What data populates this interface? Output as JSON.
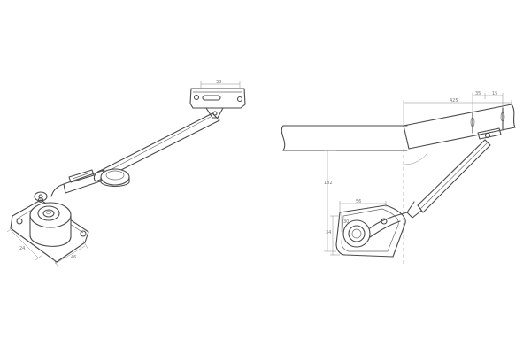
{
  "dimensions": {
    "bracket_top_width": "38",
    "plate_side": "24",
    "plate_bottom": "46",
    "panel_overall": "425",
    "hole_spacing_a": "35",
    "hole_spacing_b": "15",
    "vertical_offset": "182",
    "base_width": "56",
    "base_height": "34",
    "lower_depth": "30"
  }
}
